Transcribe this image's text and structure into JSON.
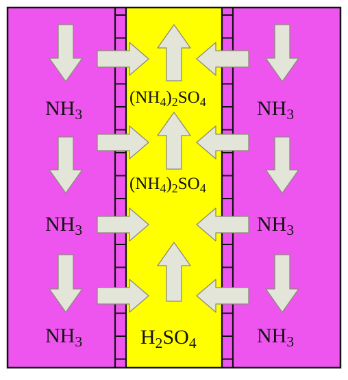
{
  "colors": {
    "channel_fill": "#ee55ee",
    "acid_fill": "#ffff00",
    "arrow_fill": "#e3e5d8",
    "arrow_stroke": "#8a8a7a",
    "outline": "#111111"
  },
  "labels": {
    "left_1": {
      "base": "NH",
      "sub": "3"
    },
    "left_2": {
      "base": "NH",
      "sub": "3"
    },
    "left_3": {
      "base": "NH",
      "sub": "3"
    },
    "right_1": {
      "base": "NH",
      "sub": "3"
    },
    "right_2": {
      "base": "NH",
      "sub": "3"
    },
    "right_3": {
      "base": "NH",
      "sub": "3"
    },
    "product_1": {
      "p1": "(NH",
      "s1": "4",
      "p2": ")",
      "s2": "2",
      "p3": "SO",
      "s3": "4"
    },
    "product_2": {
      "p1": "(NH",
      "s1": "4",
      "p2": ")",
      "s2": "2",
      "p3": "SO",
      "s3": "4"
    },
    "acid": {
      "p1": "H",
      "s1": "2",
      "p2": "SO",
      "s2": "4"
    }
  }
}
